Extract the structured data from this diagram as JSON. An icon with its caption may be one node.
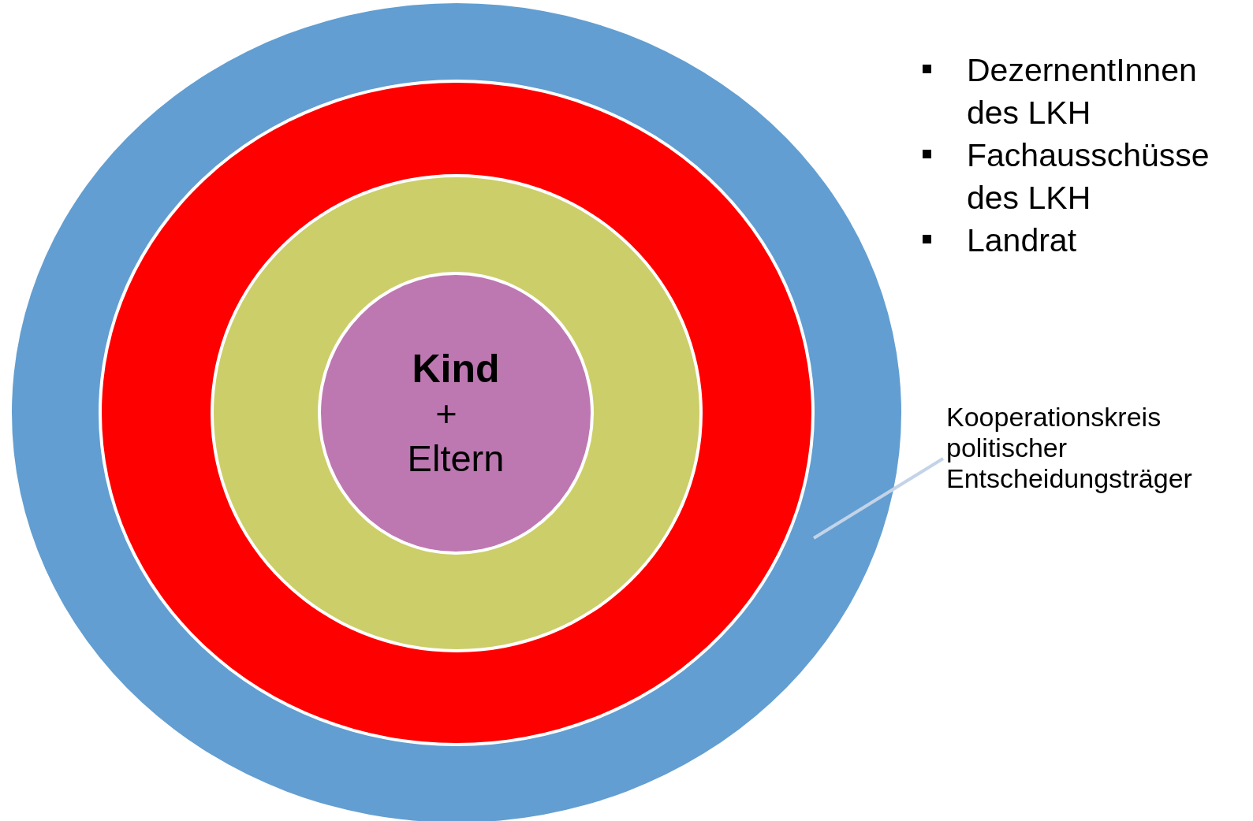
{
  "diagram": {
    "nodes": [
      {
        "text": [],
        "shape": "circle"
      },
      {
        "text": [],
        "shape": "circle",
        "in": 0
      },
      {
        "text": [],
        "shape": "circle",
        "in": 1
      },
      {
        "text": [
          "Kind",
          "+",
          "Eltern"
        ],
        "in": 2
      },
      {
        "text": [
          "Kooperationskreis politischer Entscheidungsträger"
        ]
      }
    ],
    "edges": [
      {
        "from": 4,
        "to": 0,
        "arrow": "none"
      }
    ],
    "labels": [
      "DezernentInnen des LKH",
      "Fachausschüsse des LKH",
      "Landrat"
    ]
  }
}
